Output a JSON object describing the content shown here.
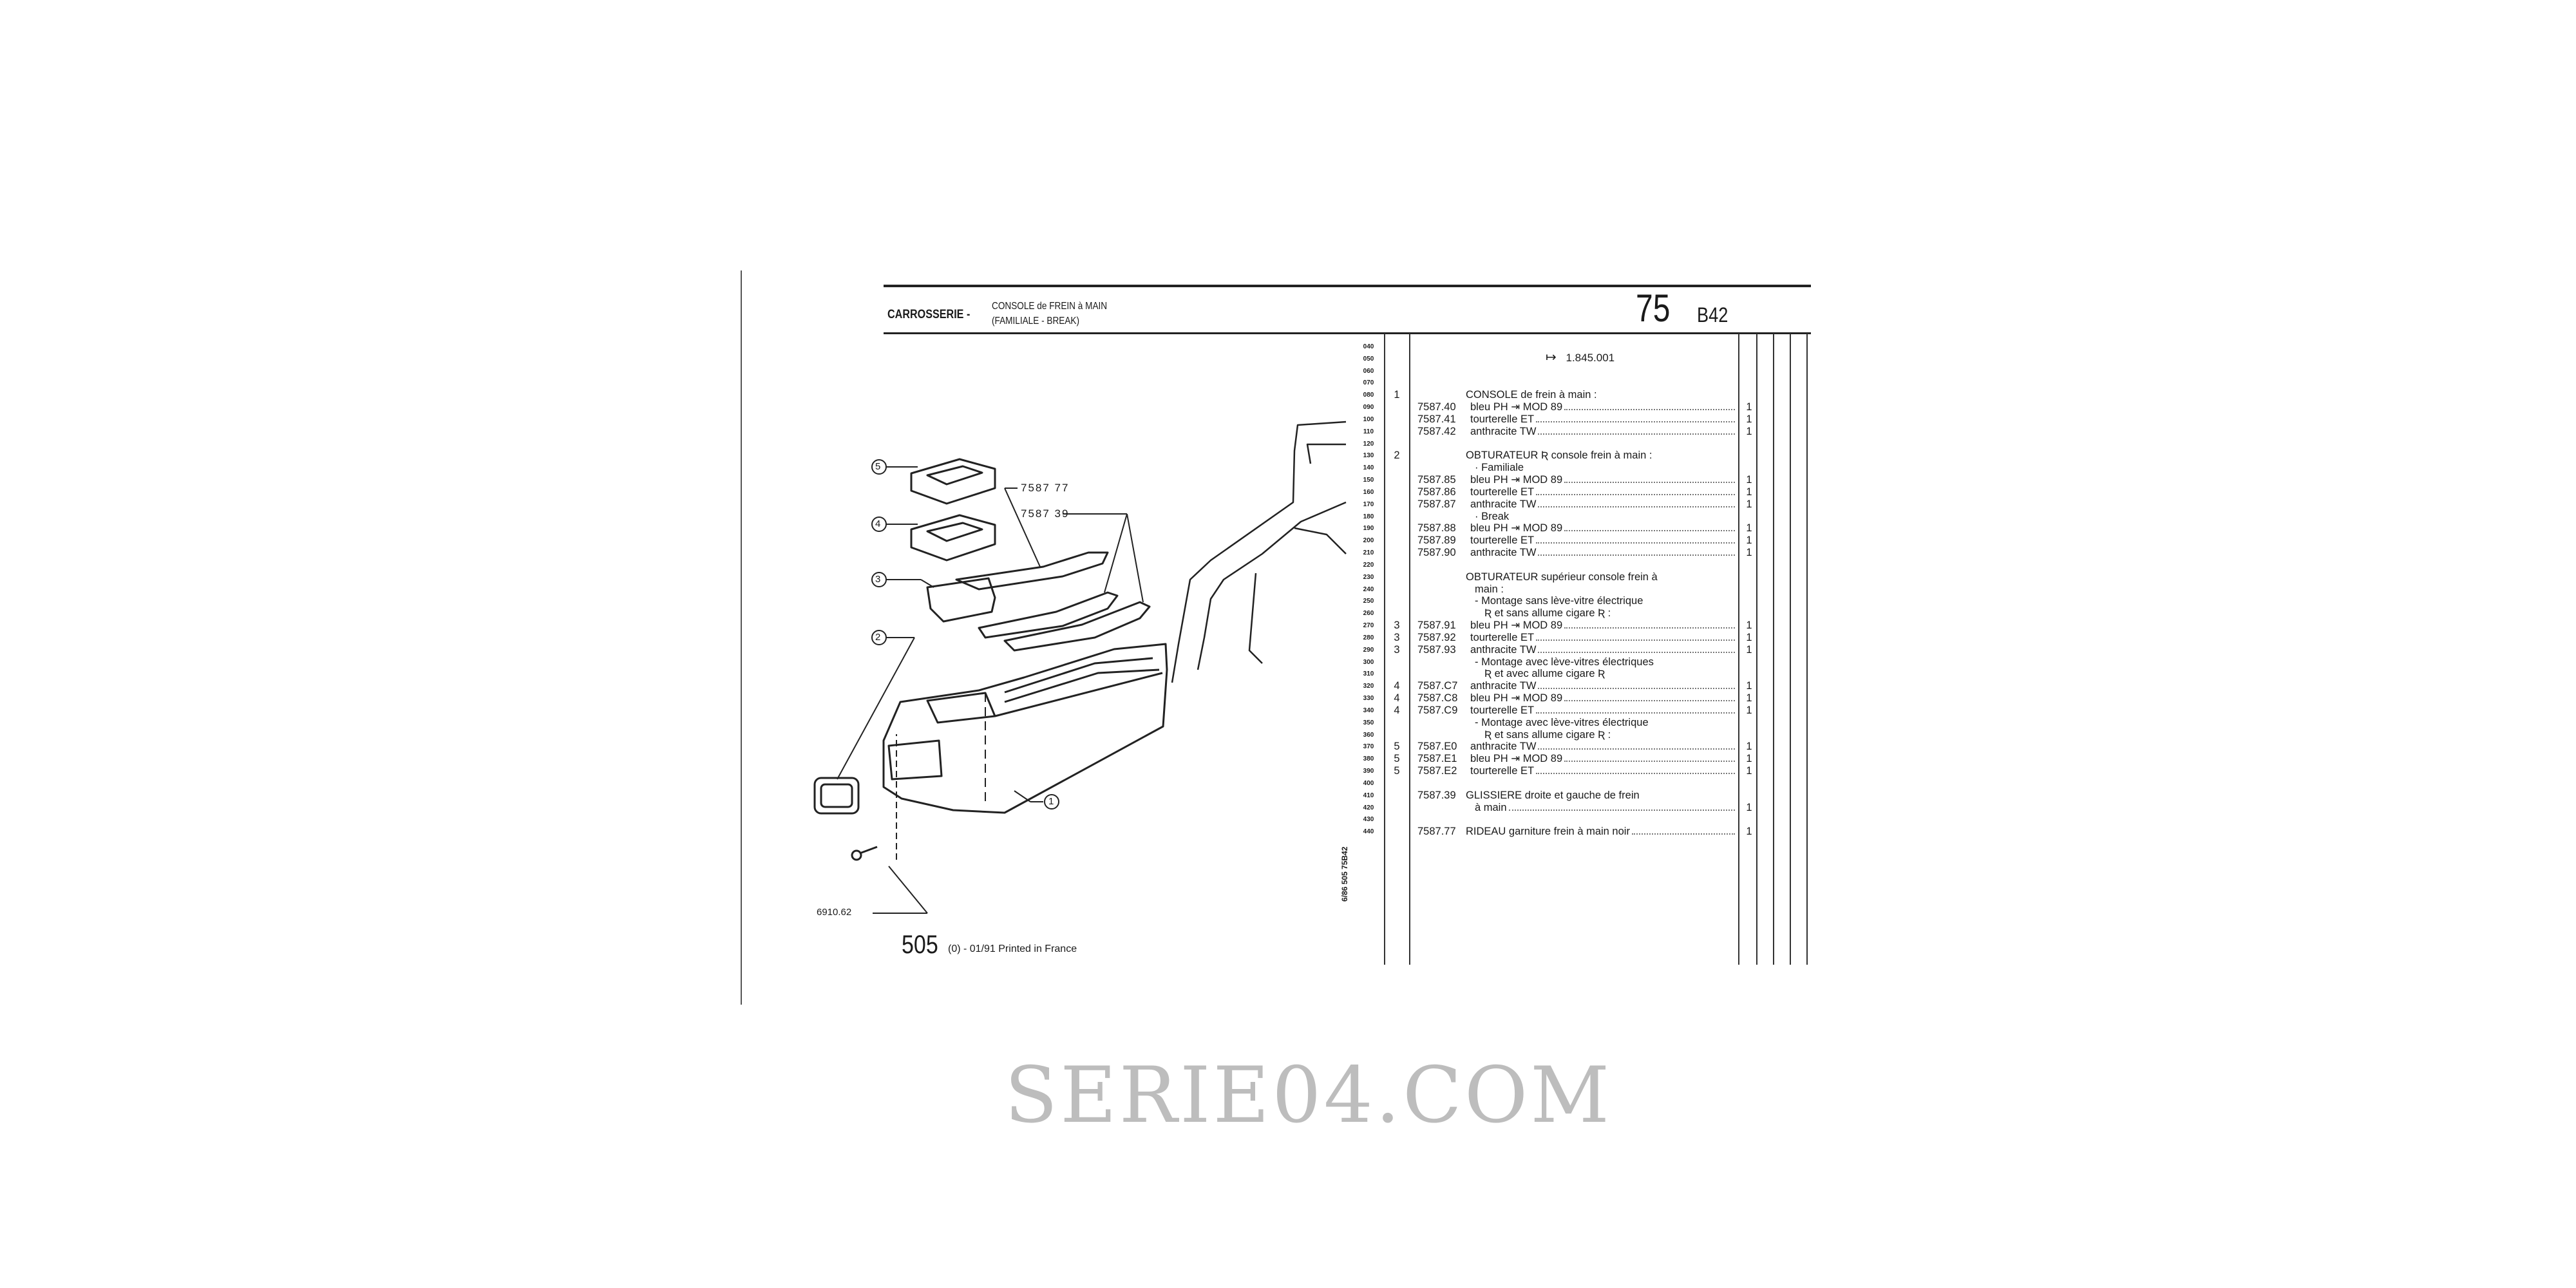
{
  "header": {
    "section": "CARROSSERIE -",
    "title_line1": "CONSOLE de FREIN à MAIN",
    "title_line2": "(FAMILIALE - BREAK)",
    "group_number": "75",
    "page_code": "B42"
  },
  "table": {
    "line_numbers": [
      "040",
      "050",
      "060",
      "070",
      "080",
      "090",
      "100",
      "110",
      "120",
      "130",
      "140",
      "150",
      "160",
      "170",
      "180",
      "190",
      "200",
      "210",
      "220",
      "230",
      "240",
      "250",
      "260",
      "270",
      "280",
      "290",
      "300",
      "310",
      "320",
      "330",
      "340",
      "350",
      "360",
      "370",
      "380",
      "390",
      "400",
      "410",
      "420",
      "430",
      "440"
    ],
    "serial_from": {
      "line": "050",
      "icon": "arrow-from-icon",
      "text": "1.845.001"
    },
    "entries": [
      {
        "line": "080",
        "ref": "1",
        "part": "",
        "desc": "CONSOLE de frein à main :",
        "qty": "",
        "indent": 2,
        "leader": false
      },
      {
        "line": "090",
        "ref": "",
        "part": "7587.40",
        "desc": "bleu PH ⇥ MOD 89",
        "qty": "1",
        "indent": 1,
        "leader": true
      },
      {
        "line": "100",
        "ref": "",
        "part": "7587.41",
        "desc": "tourterelle ET",
        "qty": "1",
        "indent": 1,
        "leader": true
      },
      {
        "line": "110",
        "ref": "",
        "part": "7587.42",
        "desc": "anthracite TW",
        "qty": "1",
        "indent": 1,
        "leader": true
      },
      {
        "line": "130",
        "ref": "2",
        "part": "",
        "desc": "OBTURATEUR Ʀ console frein à main :",
        "qty": "",
        "indent": 2,
        "leader": false
      },
      {
        "line": "140",
        "ref": "",
        "part": "",
        "desc": "· Familiale",
        "qty": "",
        "indent": 3,
        "leader": false
      },
      {
        "line": "150",
        "ref": "",
        "part": "7587.85",
        "desc": "bleu PH ⇥ MOD 89",
        "qty": "1",
        "indent": 1,
        "leader": true
      },
      {
        "line": "160",
        "ref": "",
        "part": "7587.86",
        "desc": "tourterelle ET",
        "qty": "1",
        "indent": 1,
        "leader": true
      },
      {
        "line": "170",
        "ref": "",
        "part": "7587.87",
        "desc": "anthracite TW",
        "qty": "1",
        "indent": 1,
        "leader": true
      },
      {
        "line": "180",
        "ref": "",
        "part": "",
        "desc": "· Break",
        "qty": "",
        "indent": 3,
        "leader": false
      },
      {
        "line": "190",
        "ref": "",
        "part": "7587.88",
        "desc": "bleu PH ⇥ MOD 89",
        "qty": "1",
        "indent": 1,
        "leader": true
      },
      {
        "line": "200",
        "ref": "",
        "part": "7587.89",
        "desc": "tourterelle ET",
        "qty": "1",
        "indent": 1,
        "leader": true
      },
      {
        "line": "210",
        "ref": "",
        "part": "7587.90",
        "desc": "anthracite TW",
        "qty": "1",
        "indent": 1,
        "leader": true
      },
      {
        "line": "230",
        "ref": "",
        "part": "",
        "desc": "OBTURATEUR supérieur console frein à",
        "qty": "",
        "indent": 2,
        "leader": false
      },
      {
        "line": "240",
        "ref": "",
        "part": "",
        "desc": "main :",
        "qty": "",
        "indent": 3,
        "leader": false
      },
      {
        "line": "250",
        "ref": "",
        "part": "",
        "desc": "- Montage sans lève-vitre électrique",
        "qty": "",
        "indent": 3,
        "leader": false
      },
      {
        "line": "260",
        "ref": "",
        "part": "",
        "desc": "Ʀ et sans allume cigare Ʀ :",
        "qty": "",
        "indent": 4,
        "leader": false
      },
      {
        "line": "270",
        "ref": "3",
        "part": "7587.91",
        "desc": "bleu PH ⇥ MOD 89",
        "qty": "1",
        "indent": 1,
        "leader": true
      },
      {
        "line": "280",
        "ref": "3",
        "part": "7587.92",
        "desc": "tourterelle ET",
        "qty": "1",
        "indent": 1,
        "leader": true
      },
      {
        "line": "290",
        "ref": "3",
        "part": "7587.93",
        "desc": "anthracite TW",
        "qty": "1",
        "indent": 1,
        "leader": true
      },
      {
        "line": "300",
        "ref": "",
        "part": "",
        "desc": "- Montage avec lève-vitres électriques",
        "qty": "",
        "indent": 3,
        "leader": false
      },
      {
        "line": "310",
        "ref": "",
        "part": "",
        "desc": "Ʀ et avec allume cigare Ʀ",
        "qty": "",
        "indent": 4,
        "leader": false
      },
      {
        "line": "320",
        "ref": "4",
        "part": "7587.C7",
        "desc": "anthracite TW",
        "qty": "1",
        "indent": 1,
        "leader": true
      },
      {
        "line": "330",
        "ref": "4",
        "part": "7587.C8",
        "desc": "bleu PH ⇥ MOD 89",
        "qty": "1",
        "indent": 1,
        "leader": true
      },
      {
        "line": "340",
        "ref": "4",
        "part": "7587.C9",
        "desc": "tourterelle ET",
        "qty": "1",
        "indent": 1,
        "leader": true
      },
      {
        "line": "350",
        "ref": "",
        "part": "",
        "desc": "- Montage avec lève-vitres électrique",
        "qty": "",
        "indent": 3,
        "leader": false
      },
      {
        "line": "360",
        "ref": "",
        "part": "",
        "desc": "Ʀ et sans allume cigare Ʀ :",
        "qty": "",
        "indent": 4,
        "leader": false
      },
      {
        "line": "370",
        "ref": "5",
        "part": "7587.E0",
        "desc": "anthracite TW",
        "qty": "1",
        "indent": 1,
        "leader": true
      },
      {
        "line": "380",
        "ref": "5",
        "part": "7587.E1",
        "desc": "bleu PH ⇥ MOD 89",
        "qty": "1",
        "indent": 1,
        "leader": true
      },
      {
        "line": "390",
        "ref": "5",
        "part": "7587.E2",
        "desc": "tourterelle ET",
        "qty": "1",
        "indent": 1,
        "leader": true
      },
      {
        "line": "410",
        "ref": "",
        "part": "7587.39",
        "desc": "GLISSIERE droite et gauche de frein",
        "qty": "",
        "indent": 2,
        "leader": false
      },
      {
        "line": "420",
        "ref": "",
        "part": "",
        "desc": "à main",
        "qty": "1",
        "indent": 3,
        "leader": true
      },
      {
        "line": "440",
        "ref": "",
        "part": "7587.77",
        "desc": "RIDEAU garniture frein à main noir",
        "qty": "1",
        "indent": 2,
        "leader": true
      }
    ]
  },
  "drawing": {
    "callouts": [
      "1",
      "2",
      "3",
      "4",
      "5"
    ],
    "label_curtain": "7587 77",
    "label_slides": "7587 39",
    "label_screw": "6910.62"
  },
  "footer": {
    "model": "505",
    "print_info": "(0) - 01/91 Printed in France",
    "side_code": "6/86 505 75B42"
  },
  "watermark": "SERIE04.COM"
}
